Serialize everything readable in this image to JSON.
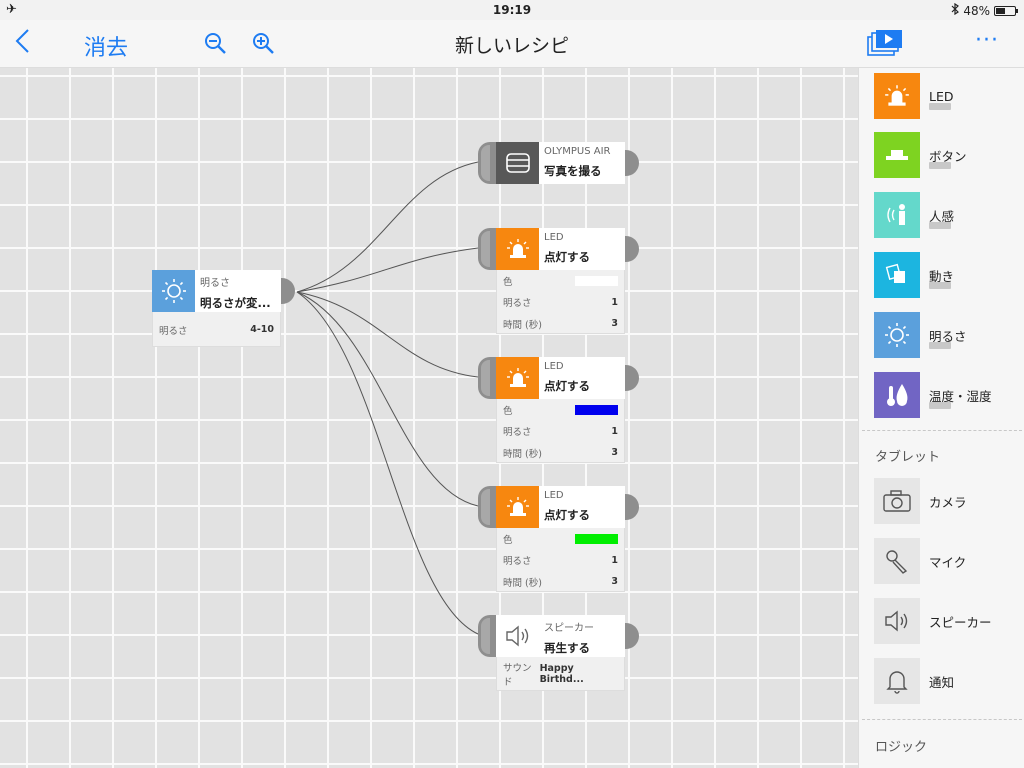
{
  "status_bar": {
    "time": "19:19",
    "battery_text": "48%",
    "battery_level": 0.48
  },
  "nav": {
    "undo_label": "消去",
    "title": "新しいレシピ"
  },
  "canvas": {
    "trigger": {
      "category": "明るさ",
      "action": "明るさが変...",
      "param_label": "明るさ",
      "param_value": "4-10"
    },
    "actions": [
      {
        "category": "OLYMPUS AIR",
        "action": "写真を撮る"
      },
      {
        "category": "LED",
        "action": "点灯する",
        "color_label": "色",
        "color": "#ffffff",
        "brightness_label": "明るさ",
        "brightness": "1",
        "time_label": "時間 (秒)",
        "time": "3"
      },
      {
        "category": "LED",
        "action": "点灯する",
        "color_label": "色",
        "color": "#0000ee",
        "brightness_label": "明るさ",
        "brightness": "1",
        "time_label": "時間 (秒)",
        "time": "3"
      },
      {
        "category": "LED",
        "action": "点灯する",
        "color_label": "色",
        "color": "#00ee00",
        "brightness_label": "明るさ",
        "brightness": "1",
        "time_label": "時間 (秒)",
        "time": "3"
      },
      {
        "category": "スピーカー",
        "action": "再生する",
        "sound_label": "サウンド",
        "sound": "Happy Birthd..."
      }
    ]
  },
  "sidebar": {
    "devices": [
      {
        "label": "LED",
        "color": "#f7870f",
        "icon": "led-icon"
      },
      {
        "label": "ボタン",
        "color": "#7ed321",
        "icon": "button-icon"
      },
      {
        "label": "人感",
        "color": "#64d8cb",
        "icon": "motion-sensor-icon"
      },
      {
        "label": "動き",
        "color": "#1cb5e0",
        "icon": "movement-icon"
      },
      {
        "label": "明るさ",
        "color": "#5ba0dc",
        "icon": "brightness-icon"
      },
      {
        "label": "温度・湿度",
        "color": "#7165c4",
        "icon": "temperature-humidity-icon"
      }
    ],
    "tablet_section": "タブレット",
    "tablet_items": [
      {
        "label": "カメラ",
        "icon": "camera-icon"
      },
      {
        "label": "マイク",
        "icon": "microphone-icon"
      },
      {
        "label": "スピーカー",
        "icon": "speaker-icon"
      },
      {
        "label": "通知",
        "icon": "bell-icon"
      }
    ],
    "logic_section": "ロジック"
  },
  "colors": {
    "accent": "#1e7cf2",
    "led": "#f7870f",
    "brightness": "#5ba0dc",
    "camera": "#585858"
  }
}
